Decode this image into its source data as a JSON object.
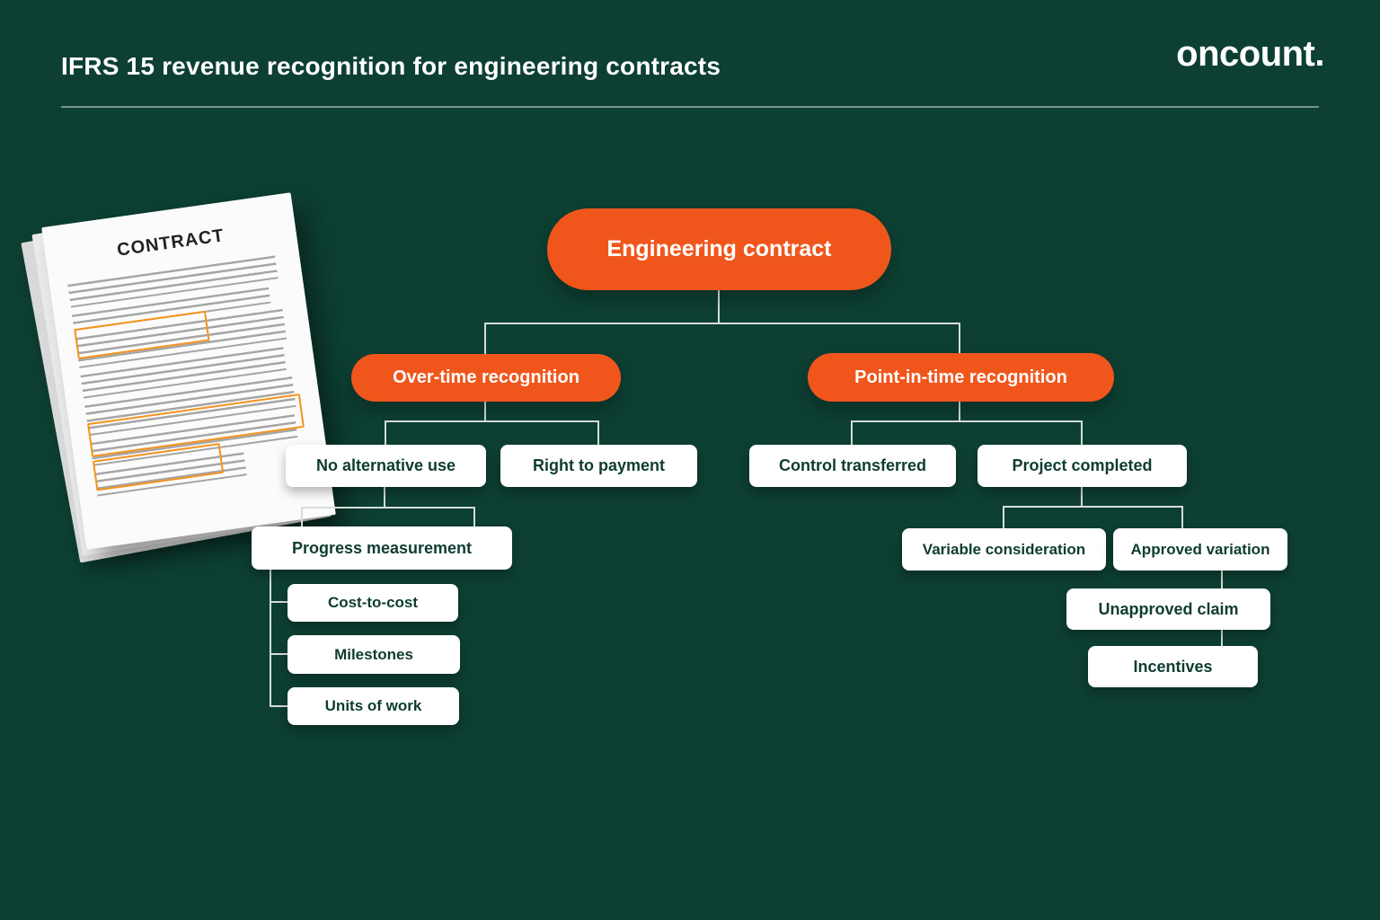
{
  "header": {
    "title": "IFRS 15 revenue recognition for engineering contracts",
    "logo": "oncount."
  },
  "document": {
    "title": "CONTRACT"
  },
  "nodes": {
    "engineering_contract": "Engineering contract",
    "over_time": "Over-time recognition",
    "point_in_time": "Point-in-time recognition",
    "no_alternative_use": "No alternative use",
    "right_to_payment": "Right to payment",
    "progress_measurement": "Progress measurement",
    "cost_to_cost": "Cost-to-cost",
    "milestones": "Milestones",
    "units_of_work": "Units of work",
    "control_transferred": "Control transferred",
    "project_completed": "Project completed",
    "variable_consideration": "Variable consideration",
    "approved_variation": "Approved variation",
    "unapproved_claim": "Unapproved claim",
    "incentives": "Incentives"
  },
  "hierarchy": {
    "Engineering contract": {
      "Over-time recognition": {
        "No alternative use": {
          "Progress measurement": [
            "Cost-to-cost",
            "Milestones",
            "Units of work"
          ]
        },
        "Right to payment": {}
      },
      "Point-in-time recognition": {
        "Control transferred": {},
        "Project completed": {
          "Variable consideration": {},
          "Approved variation": {
            "Unapproved claim": {
              "Incentives": {}
            }
          }
        }
      }
    }
  },
  "colors": {
    "background": "#0d3f33",
    "accent_orange": "#f0561c",
    "highlight_orange": "#f5931e",
    "card_text": "#0e3c31",
    "connector": "#d6ded8"
  }
}
